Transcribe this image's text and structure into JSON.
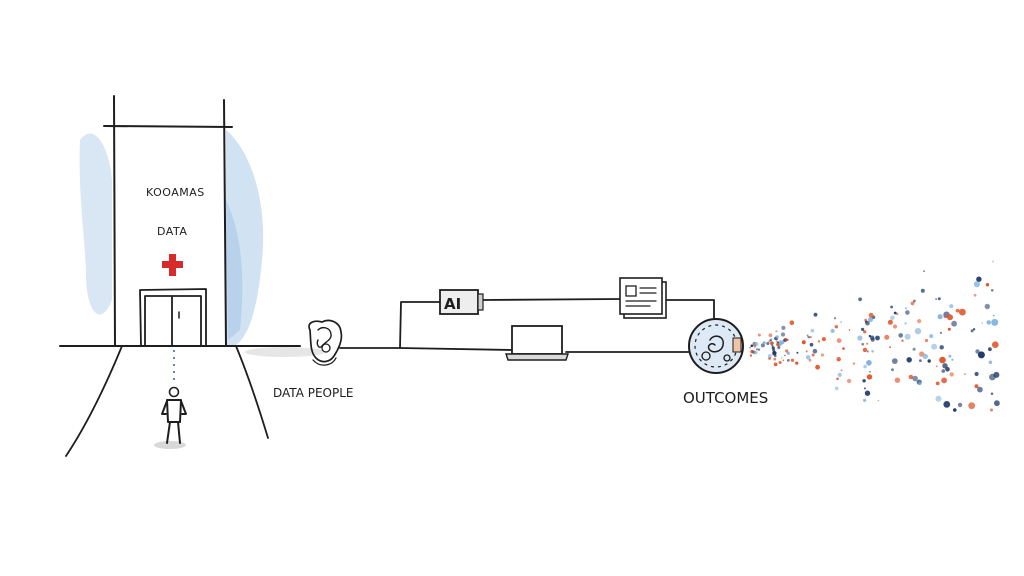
{
  "building": {
    "sign_line1": "KOOAMAS",
    "sign_line2": "DATA"
  },
  "nodes": {
    "people_label": "DATA PEOPLE",
    "ai_label": "AI",
    "outcomes_label": "OUTCOMES"
  },
  "colors": {
    "ink": "#1e1e1e",
    "watercolor_blue": "#a9c9e6",
    "medical_red": "#d62b2b",
    "dot_navy": "#1f3a6b",
    "dot_orange": "#e0542a",
    "dot_light_blue": "#7fb2de"
  },
  "icons": [
    "medical-cross-icon",
    "person-icon",
    "head-gears-icon",
    "ai-chip-icon",
    "document-icon",
    "laptop-icon",
    "outcomes-gear-icon"
  ]
}
